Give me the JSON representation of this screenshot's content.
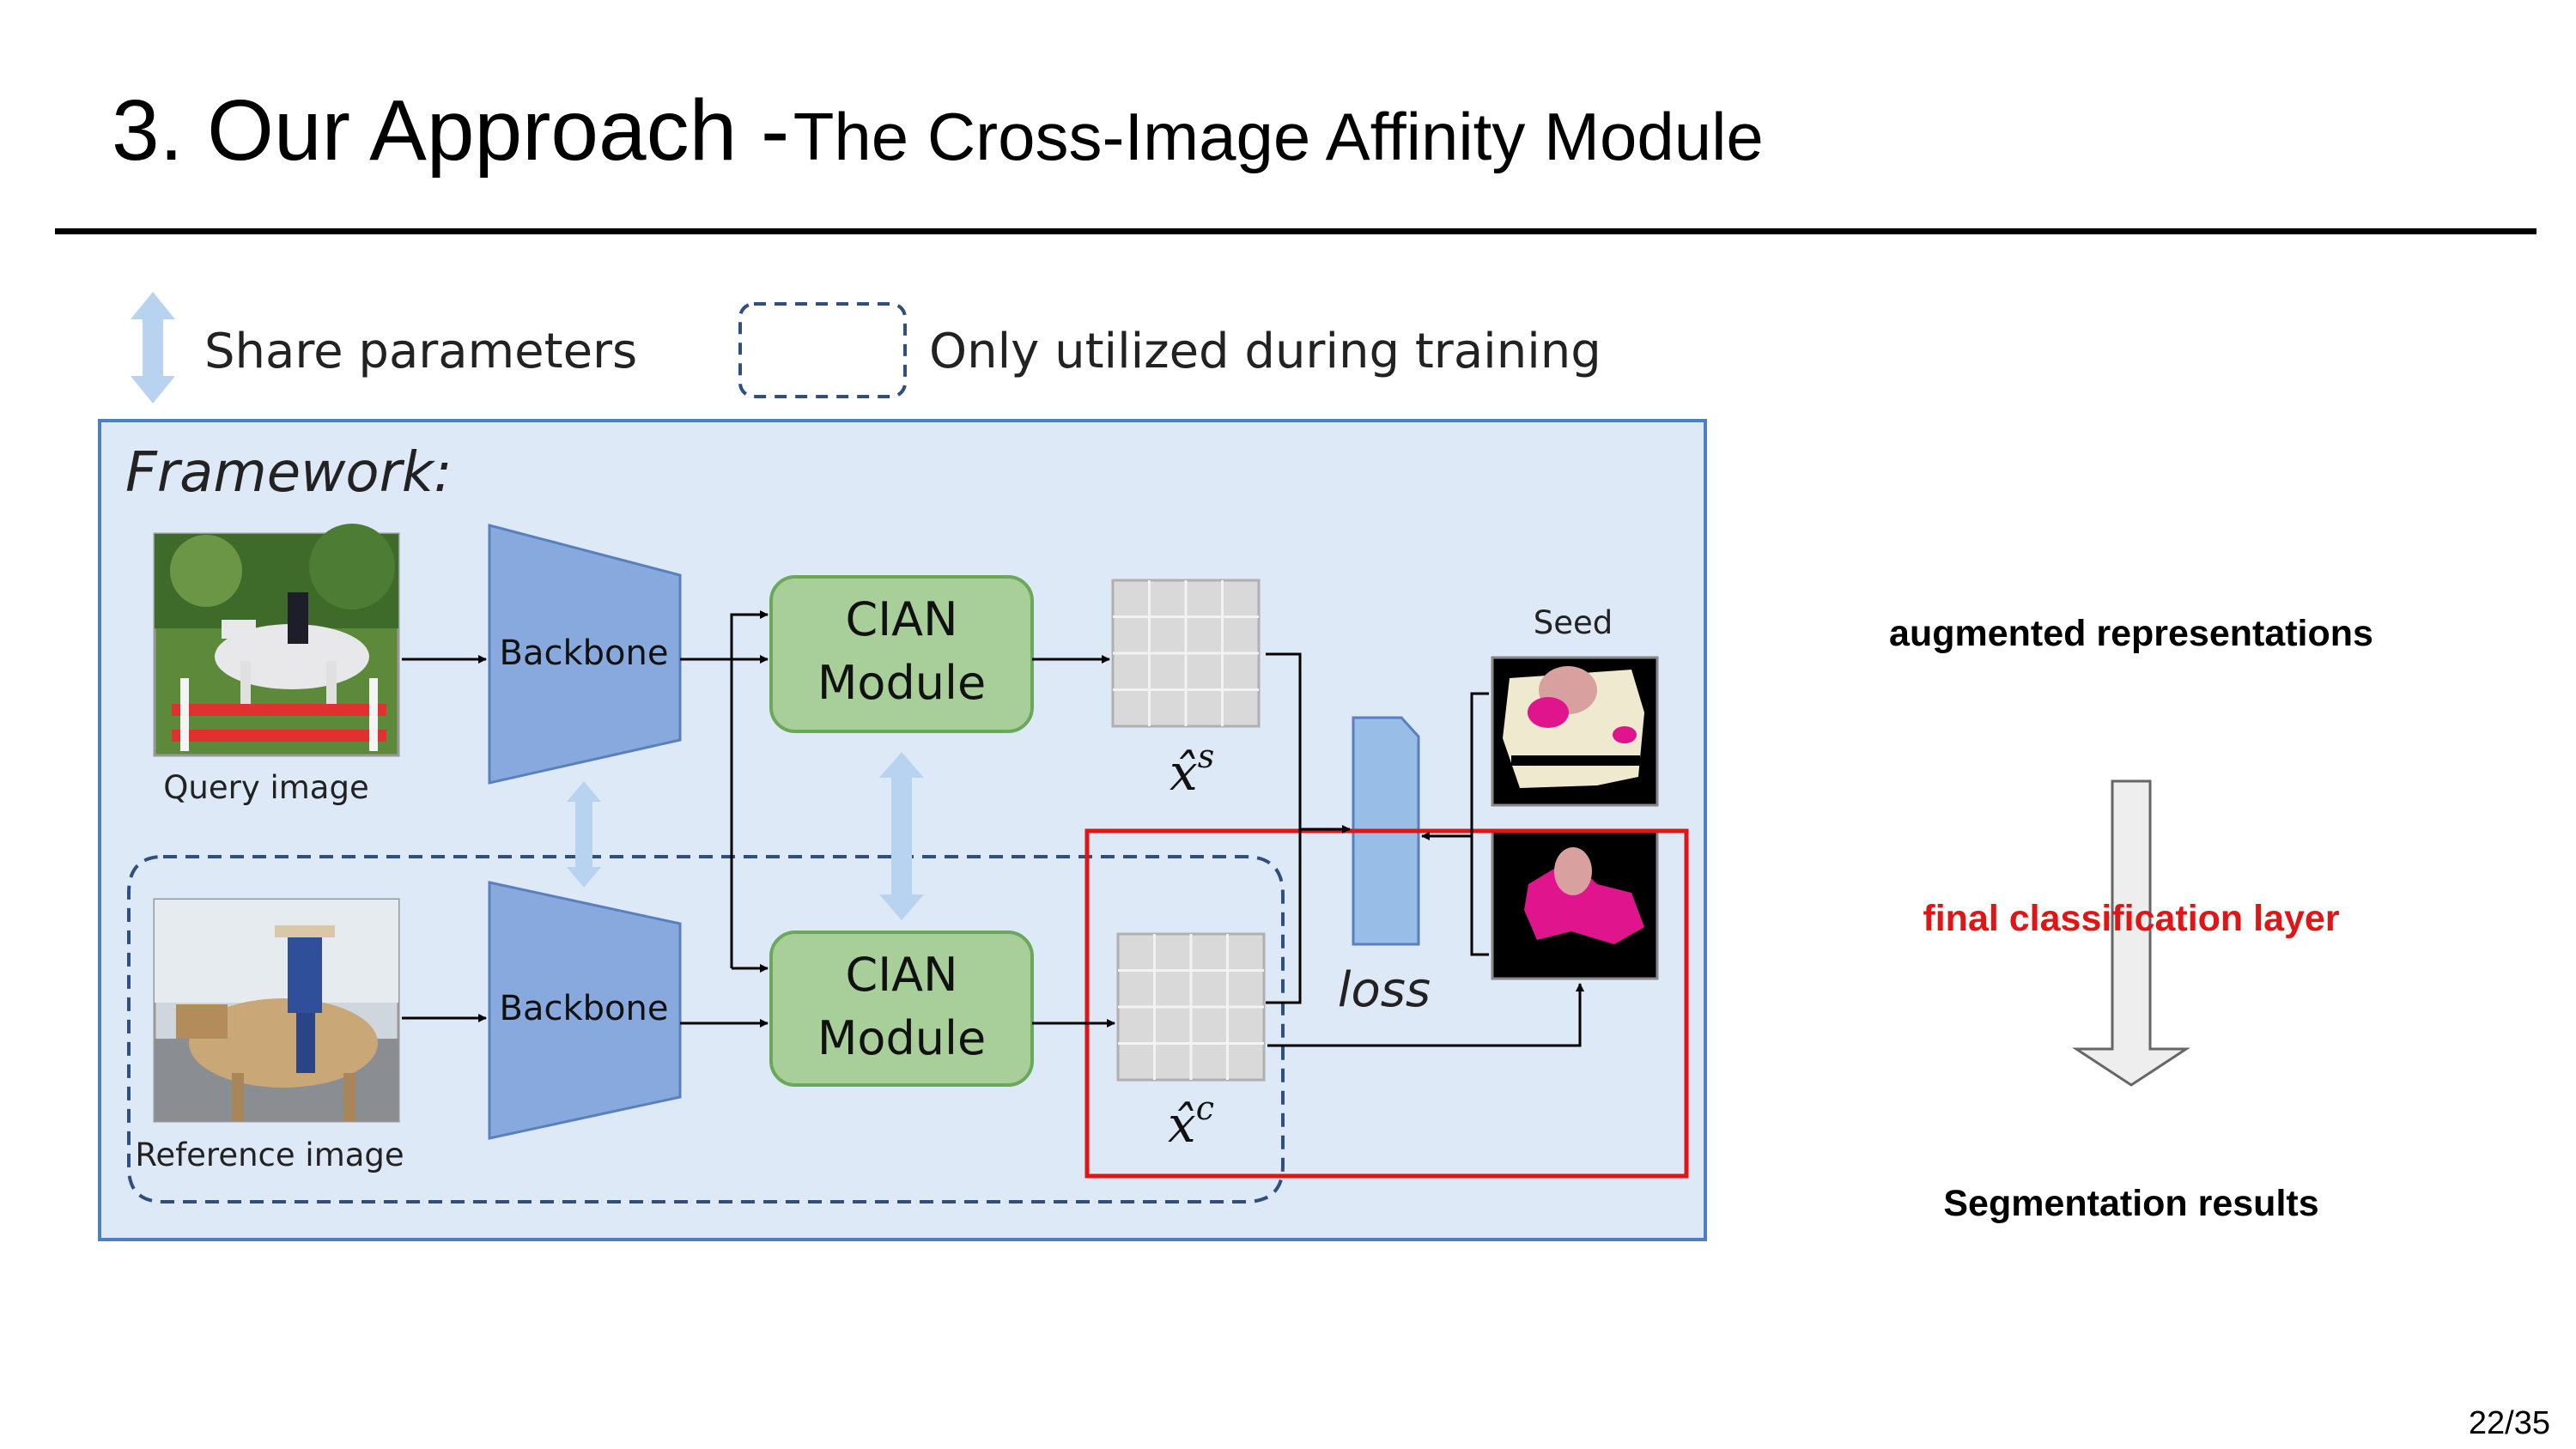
{
  "slide": {
    "title": "3. Our Approach -",
    "subtitle": "The Cross-Image Affinity Module",
    "page_number": "22/35"
  },
  "legend": {
    "share_label": "Share parameters",
    "training_label": "Only utilized during training"
  },
  "framework": {
    "heading": "Framework:",
    "query_label": "Query image",
    "reference_label": "Reference image",
    "backbone_label": "Backbone",
    "cian_line1": "CIAN",
    "cian_line2": "Module",
    "xs_label": "x̂",
    "xs_sup": "s",
    "xc_label": "x̂",
    "xc_sup": "c",
    "loss_label": "loss",
    "seed_label": "Seed"
  },
  "annotations": {
    "top": "augmented representations",
    "middle": "final classification layer",
    "bottom": "Segmentation results"
  },
  "colors": {
    "panel_fill": "#dde9f6",
    "panel_border": "#4e7fc3",
    "backbone_fill": "#87a9dd",
    "cian_fill": "#a8cf9a",
    "cian_border": "#6aa85a",
    "share_arrow": "#b7d3ef",
    "highlight_red": "#e01515",
    "grid_fill": "#d9d9d9",
    "seed_magenta": "#e0158e"
  }
}
